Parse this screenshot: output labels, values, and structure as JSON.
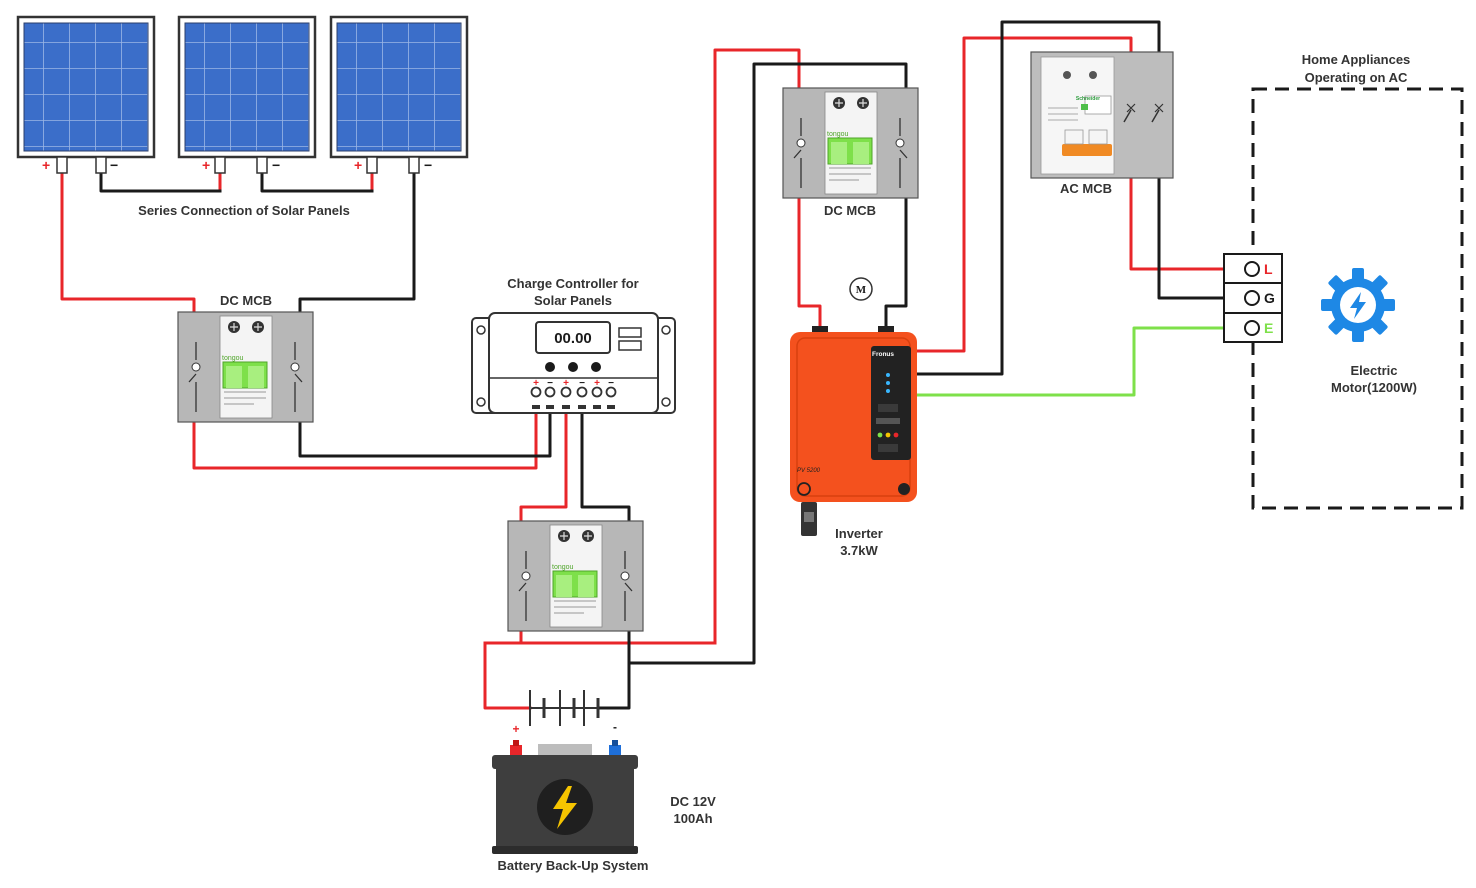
{
  "labels": {
    "series": "Series Connection of Solar Panels",
    "dcmcb_left": "DC MCB",
    "dcmcb_top": "DC MCB",
    "ac_mcb": "AC MCB",
    "cc_line1": "Charge Controller for",
    "cc_line2": "Solar Panels",
    "cc_display": "00.00",
    "home_line1": "Home Appliances",
    "home_line2": "Operating on AC",
    "motor_line1": "Electric",
    "motor_line2": "Motor(1200W)",
    "inverter_line1": "Inverter",
    "inverter_line2": "3.7kW",
    "battery_line1": "DC 12V",
    "battery_line2": "100Ah",
    "battery_title": "Battery Back-Up System",
    "motor_symbol": "M",
    "brand_mcb": "tongou",
    "brand_ac": "Schneider",
    "brand_inverter": "Fronus",
    "inverter_model": "PV 5200",
    "term_L": "L",
    "term_G": "G",
    "term_E": "E",
    "plus": "+",
    "minus": "−",
    "batt_plus": "+",
    "batt_minus": "-"
  },
  "colors": {
    "positive_wire": "#e8262a",
    "negative_wire": "#1a1a1a",
    "earth_wire": "#7ee04a",
    "panel_cell": "#3b6ec9",
    "mcb_body": "#b7b7b7",
    "mcb_lever": "#7ee04a",
    "inverter": "#f4511e",
    "ac_mcb_handle": "#f08a24",
    "motor_icon": "#1e88e5",
    "battery": "#3e3e3e",
    "bolt": "#f5c400"
  },
  "icons": {
    "motor": "gear-bolt-icon",
    "battery": "lightning-bolt-icon",
    "dc_symbol": "battery-cells-icon"
  }
}
